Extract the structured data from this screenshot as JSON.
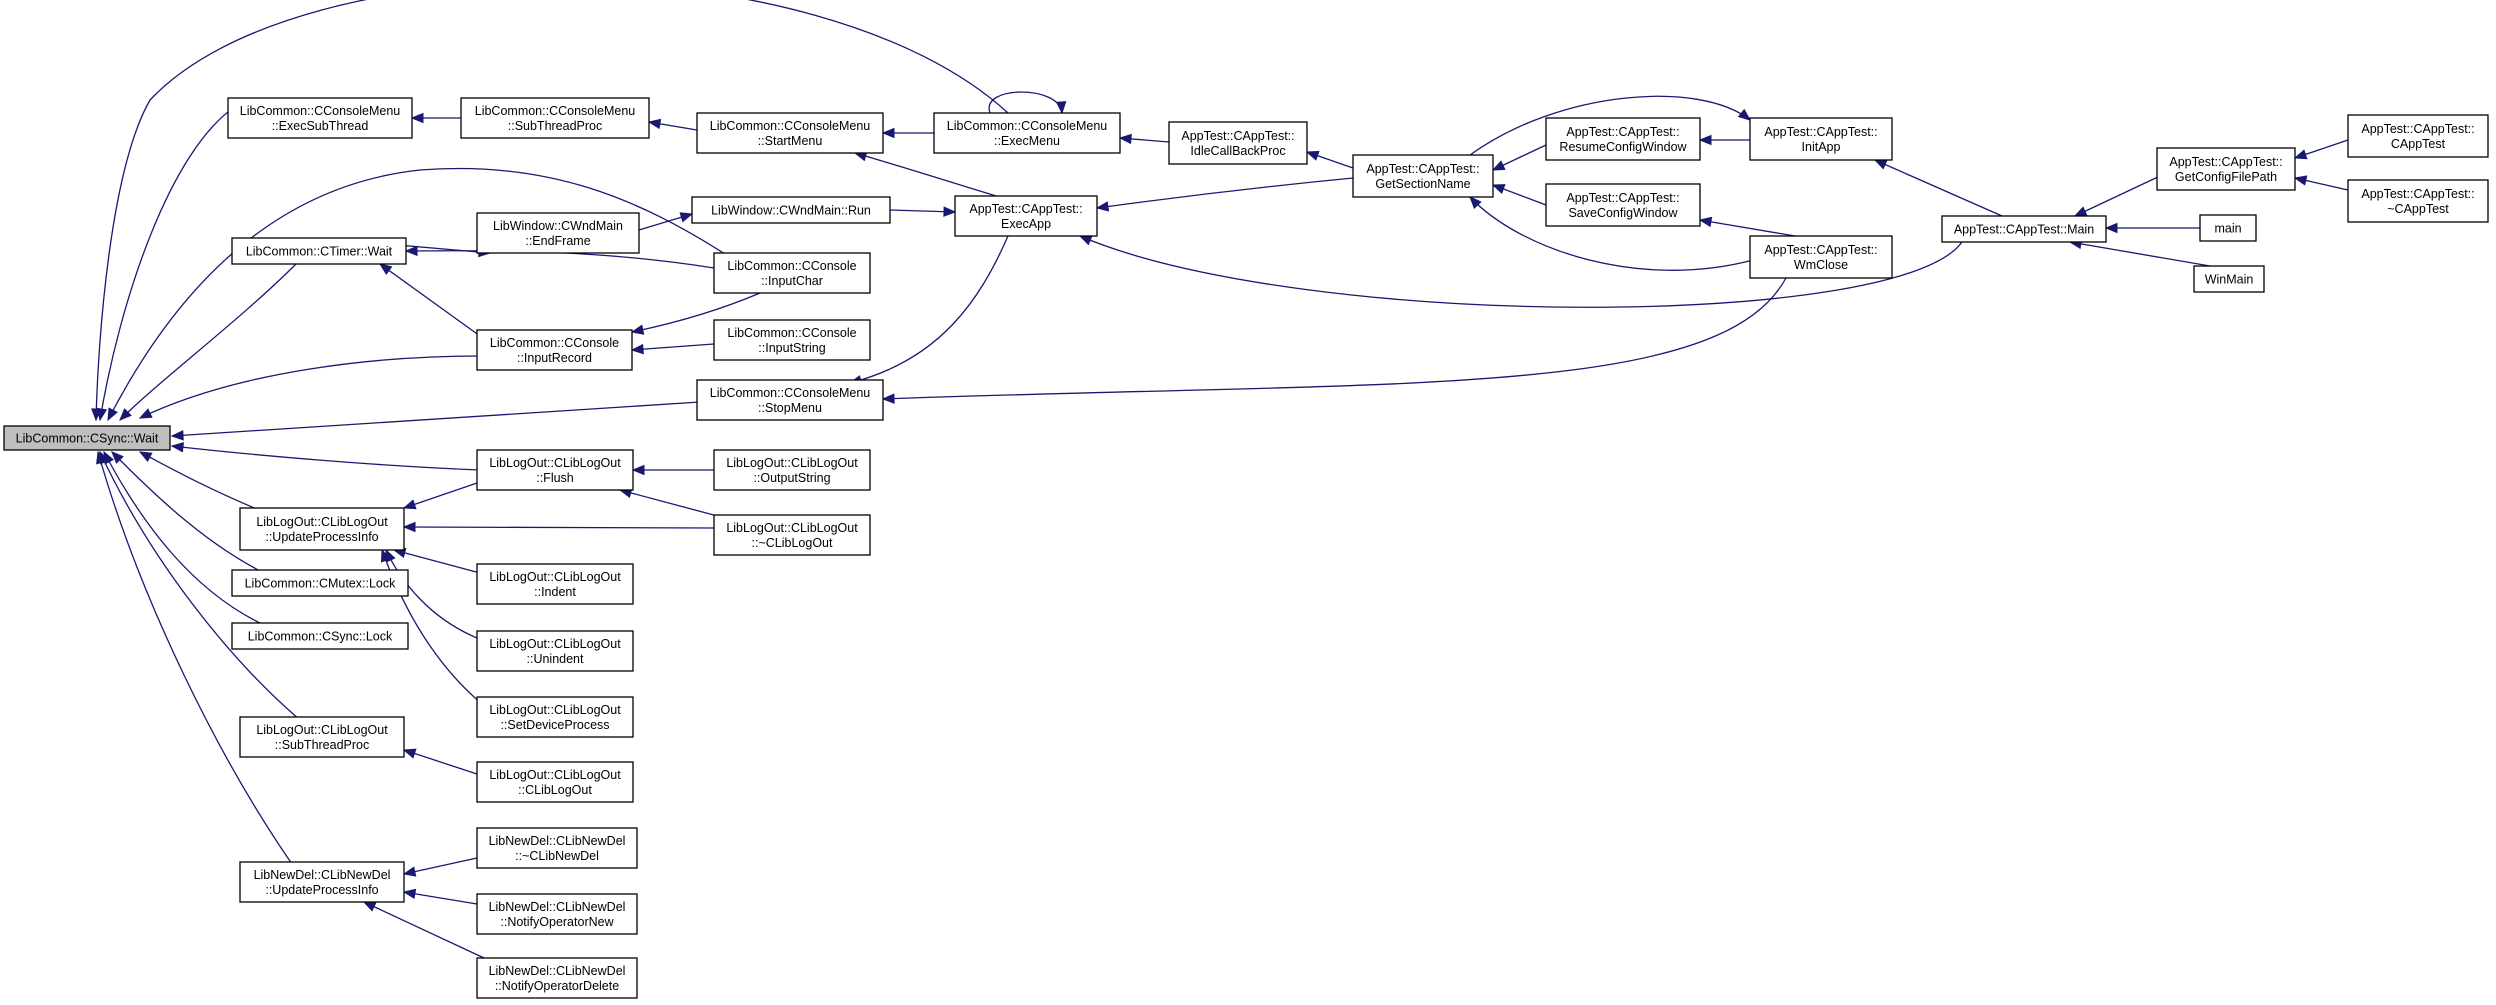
{
  "graph": {
    "title": "",
    "edge_color": "#191970",
    "root_fill": "#bfbfbf",
    "nodes": [
      {
        "id": "sync_wait",
        "lines": [
          "LibCommon::CSync::Wait"
        ]
      },
      {
        "id": "exec_sub_thread",
        "lines": [
          "LibCommon::CConsoleMenu",
          "::ExecSubThread"
        ]
      },
      {
        "id": "sub_thread_proc_menu",
        "lines": [
          "LibCommon::CConsoleMenu",
          "::SubThreadProc"
        ]
      },
      {
        "id": "start_menu",
        "lines": [
          "LibCommon::CConsoleMenu",
          "::StartMenu"
        ]
      },
      {
        "id": "exec_menu",
        "lines": [
          "LibCommon::CConsoleMenu",
          "::ExecMenu"
        ]
      },
      {
        "id": "idle_callback",
        "lines": [
          "AppTest::CAppTest::",
          "IdleCallBackProc"
        ]
      },
      {
        "id": "get_section_name",
        "lines": [
          "AppTest::CAppTest::",
          "GetSectionName"
        ]
      },
      {
        "id": "resume_config",
        "lines": [
          "AppTest::CAppTest::",
          "ResumeConfigWindow"
        ]
      },
      {
        "id": "init_app",
        "lines": [
          "AppTest::CAppTest::",
          "InitApp"
        ]
      },
      {
        "id": "save_config",
        "lines": [
          "AppTest::CAppTest::",
          "SaveConfigWindow"
        ]
      },
      {
        "id": "wm_close",
        "lines": [
          "AppTest::CAppTest::",
          "WmClose"
        ]
      },
      {
        "id": "apptest_main",
        "lines": [
          "AppTest::CAppTest::Main"
        ]
      },
      {
        "id": "get_config_path",
        "lines": [
          "AppTest::CAppTest::",
          "GetConfigFilePath"
        ]
      },
      {
        "id": "ctor_apptest",
        "lines": [
          "AppTest::CAppTest::",
          "CAppTest"
        ]
      },
      {
        "id": "dtor_apptest",
        "lines": [
          "AppTest::CAppTest::",
          "~CAppTest"
        ]
      },
      {
        "id": "main_fn",
        "lines": [
          "main"
        ]
      },
      {
        "id": "winmain",
        "lines": [
          "WinMain"
        ]
      },
      {
        "id": "wnd_end_frame",
        "lines": [
          "LibWindow::CWndMain",
          "::EndFrame"
        ]
      },
      {
        "id": "wnd_run",
        "lines": [
          "LibWindow::CWndMain::Run"
        ]
      },
      {
        "id": "exec_app",
        "lines": [
          "AppTest::CAppTest::",
          "ExecApp"
        ]
      },
      {
        "id": "timer_wait",
        "lines": [
          "LibCommon::CTimer::Wait"
        ]
      },
      {
        "id": "input_char",
        "lines": [
          "LibCommon::CConsole",
          "::InputChar"
        ]
      },
      {
        "id": "input_record",
        "lines": [
          "LibCommon::CConsole",
          "::InputRecord"
        ]
      },
      {
        "id": "input_string",
        "lines": [
          "LibCommon::CConsole",
          "::InputString"
        ]
      },
      {
        "id": "stop_menu",
        "lines": [
          "LibCommon::CConsoleMenu",
          "::StopMenu"
        ]
      },
      {
        "id": "logout_flush",
        "lines": [
          "LibLogOut::CLibLogOut",
          "::Flush"
        ]
      },
      {
        "id": "output_string",
        "lines": [
          "LibLogOut::CLibLogOut",
          "::OutputString"
        ]
      },
      {
        "id": "logout_update",
        "lines": [
          "LibLogOut::CLibLogOut",
          "::UpdateProcessInfo"
        ]
      },
      {
        "id": "dtor_liblogout",
        "lines": [
          "LibLogOut::CLibLogOut",
          "::~CLibLogOut"
        ]
      },
      {
        "id": "mutex_lock",
        "lines": [
          "LibCommon::CMutex::Lock"
        ]
      },
      {
        "id": "logout_indent",
        "lines": [
          "LibLogOut::CLibLogOut",
          "::Indent"
        ]
      },
      {
        "id": "sync_lock",
        "lines": [
          "LibCommon::CSync::Lock"
        ]
      },
      {
        "id": "logout_unindent",
        "lines": [
          "LibLogOut::CLibLogOut",
          "::Unindent"
        ]
      },
      {
        "id": "set_device_process",
        "lines": [
          "LibLogOut::CLibLogOut",
          "::SetDeviceProcess"
        ]
      },
      {
        "id": "logout_sub_thread",
        "lines": [
          "LibLogOut::CLibLogOut",
          "::SubThreadProc"
        ]
      },
      {
        "id": "ctor_liblogout",
        "lines": [
          "LibLogOut::CLibLogOut",
          "::CLibLogOut"
        ]
      },
      {
        "id": "newdel_update",
        "lines": [
          "LibNewDel::CLibNewDel",
          "::UpdateProcessInfo"
        ]
      },
      {
        "id": "dtor_libnewdel",
        "lines": [
          "LibNewDel::CLibNewDel",
          "::~CLibNewDel"
        ]
      },
      {
        "id": "notify_new",
        "lines": [
          "LibNewDel::CLibNewDel",
          "::NotifyOperatorNew"
        ]
      },
      {
        "id": "notify_delete",
        "lines": [
          "LibNewDel::CLibNewDel",
          "::NotifyOperatorDelete"
        ]
      }
    ],
    "edges": [
      {
        "from": "exec_sub_thread",
        "to": "sync_wait"
      },
      {
        "from": "exec_menu",
        "to": "sync_wait"
      },
      {
        "from": "input_char",
        "to": "sync_wait"
      },
      {
        "from": "timer_wait",
        "to": "sync_wait"
      },
      {
        "from": "input_record",
        "to": "sync_wait"
      },
      {
        "from": "stop_menu",
        "to": "sync_wait"
      },
      {
        "from": "logout_flush",
        "to": "sync_wait"
      },
      {
        "from": "logout_update",
        "to": "sync_wait"
      },
      {
        "from": "mutex_lock",
        "to": "sync_wait"
      },
      {
        "from": "sync_lock",
        "to": "sync_wait"
      },
      {
        "from": "logout_sub_thread",
        "to": "sync_wait"
      },
      {
        "from": "newdel_update",
        "to": "sync_wait"
      },
      {
        "from": "sub_thread_proc_menu",
        "to": "exec_sub_thread"
      },
      {
        "from": "start_menu",
        "to": "sub_thread_proc_menu"
      },
      {
        "from": "exec_menu",
        "to": "start_menu"
      },
      {
        "from": "exec_app",
        "to": "start_menu"
      },
      {
        "from": "exec_menu",
        "to": "exec_menu"
      },
      {
        "from": "idle_callback",
        "to": "exec_menu"
      },
      {
        "from": "get_section_name",
        "to": "idle_callback"
      },
      {
        "from": "get_section_name",
        "to": "exec_app"
      },
      {
        "from": "resume_config",
        "to": "get_section_name"
      },
      {
        "from": "save_config",
        "to": "get_section_name"
      },
      {
        "from": "init_app",
        "to": "resume_config"
      },
      {
        "from": "init_app",
        "to": "get_section_name"
      },
      {
        "from": "wm_close",
        "to": "save_config"
      },
      {
        "from": "wm_close",
        "to": "get_section_name"
      },
      {
        "from": "apptest_main",
        "to": "init_app"
      },
      {
        "from": "apptest_main",
        "to": "exec_app"
      },
      {
        "from": "get_config_path",
        "to": "apptest_main"
      },
      {
        "from": "ctor_apptest",
        "to": "get_config_path"
      },
      {
        "from": "dtor_apptest",
        "to": "get_config_path"
      },
      {
        "from": "main_fn",
        "to": "apptest_main"
      },
      {
        "from": "winmain",
        "to": "apptest_main"
      },
      {
        "from": "wnd_run",
        "to": "exec_app"
      },
      {
        "from": "wnd_end_frame",
        "to": "wnd_run"
      },
      {
        "from": "timer_wait",
        "to": "wnd_end_frame"
      },
      {
        "from": "exec_app",
        "to": "stop_menu"
      },
      {
        "from": "wm_close",
        "to": "stop_menu"
      },
      {
        "from": "input_char",
        "to": "timer_wait"
      },
      {
        "from": "input_record",
        "to": "timer_wait"
      },
      {
        "from": "input_char",
        "to": "input_record"
      },
      {
        "from": "input_string",
        "to": "input_record"
      },
      {
        "from": "output_string",
        "to": "logout_flush"
      },
      {
        "from": "dtor_liblogout",
        "to": "logout_flush"
      },
      {
        "from": "logout_flush",
        "to": "logout_update"
      },
      {
        "from": "dtor_liblogout",
        "to": "logout_update"
      },
      {
        "from": "logout_indent",
        "to": "logout_update"
      },
      {
        "from": "logout_unindent",
        "to": "logout_update"
      },
      {
        "from": "set_device_process",
        "to": "logout_update"
      },
      {
        "from": "ctor_liblogout",
        "to": "logout_sub_thread"
      },
      {
        "from": "dtor_libnewdel",
        "to": "newdel_update"
      },
      {
        "from": "notify_new",
        "to": "newdel_update"
      },
      {
        "from": "notify_delete",
        "to": "newdel_update"
      }
    ]
  }
}
